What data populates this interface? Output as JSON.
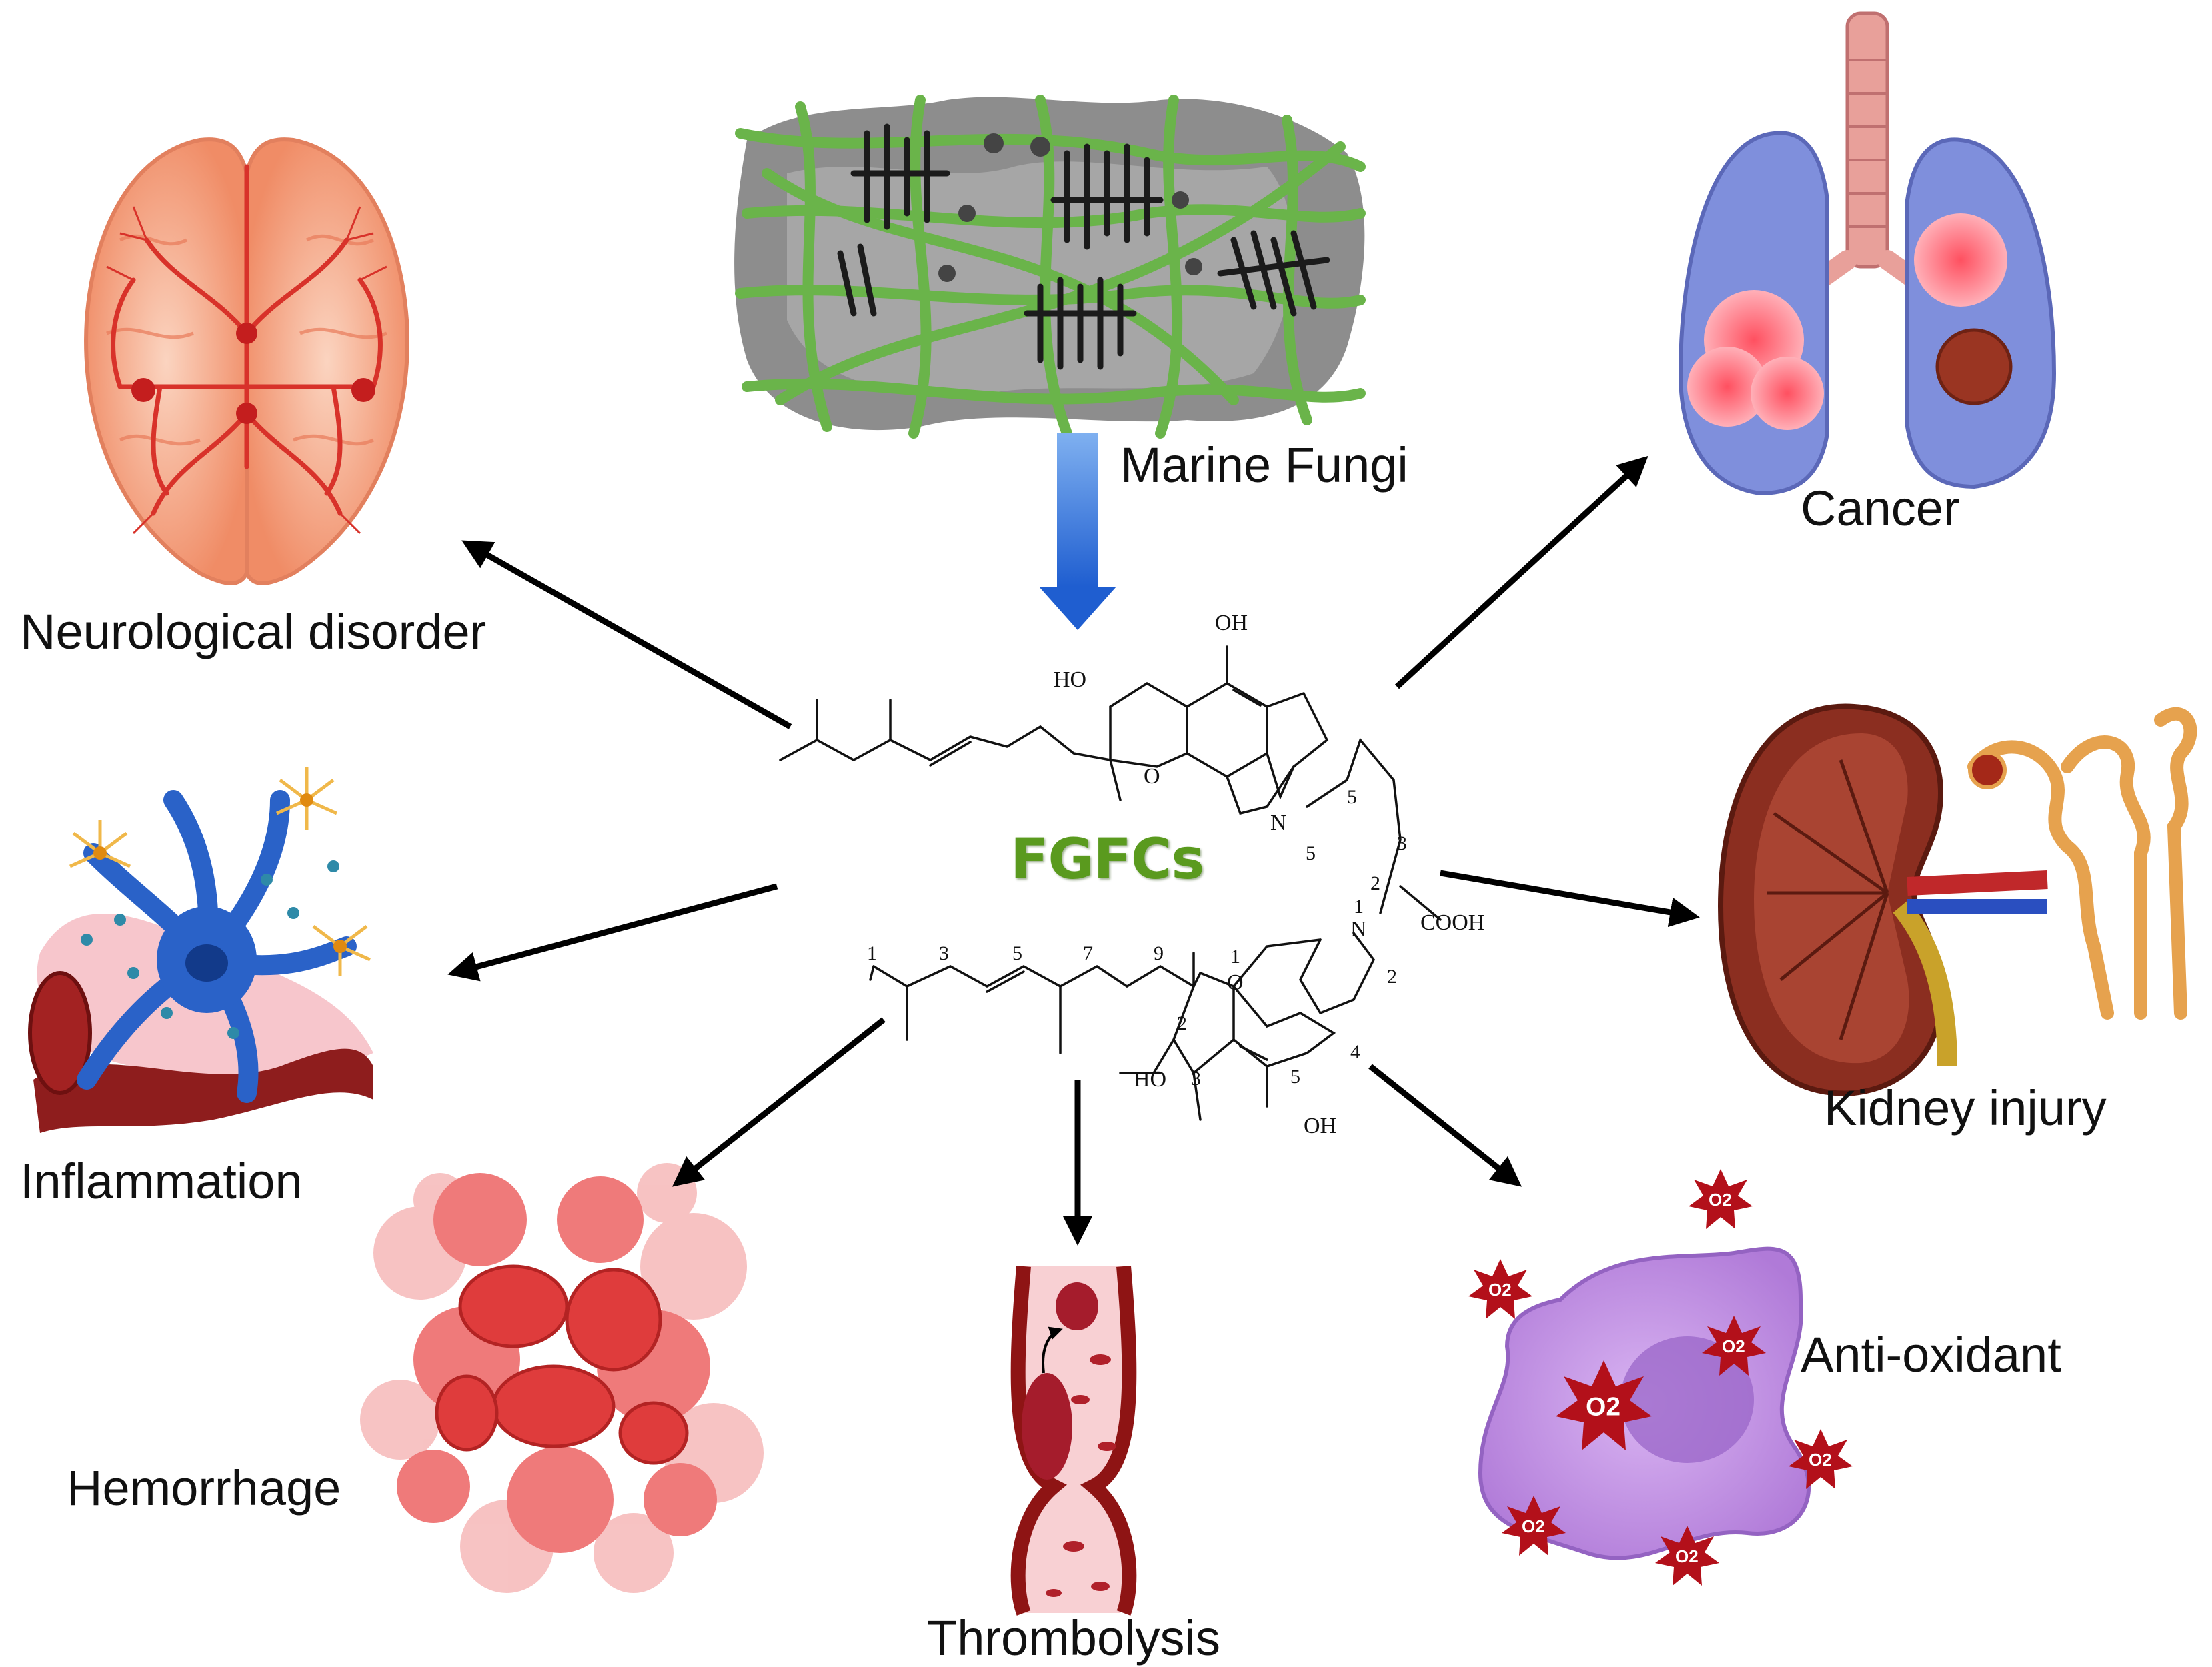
{
  "center": {
    "compound": "FGFCs",
    "compound_color": "#5a9a1e"
  },
  "source": {
    "label": "Marine Fungi",
    "arrow_color": "#2f6fd8"
  },
  "effects": {
    "neurological": "Neurological disorder",
    "cancer": "Cancer",
    "inflammation": "Inflammation",
    "kidney": "Kidney injury",
    "hemorrhage": "Hemorrhage",
    "thrombolysis": "Thrombolysis",
    "antioxidant": "Anti-oxidant"
  },
  "molecule": {
    "oh": "OH",
    "ho": "HO",
    "o": "O",
    "n": "N",
    "cooh": "COOH",
    "locants": [
      "1",
      "2",
      "3",
      "4",
      "5",
      "7",
      "9"
    ],
    "radical": "O2"
  },
  "colors": {
    "arrow": "#000000",
    "fungi_hyphae": "#7cc45a",
    "brain": "#f4a07e",
    "lung": "#7f8fdc",
    "kidney": "#8b2e20",
    "cell": "#c89ae6"
  }
}
